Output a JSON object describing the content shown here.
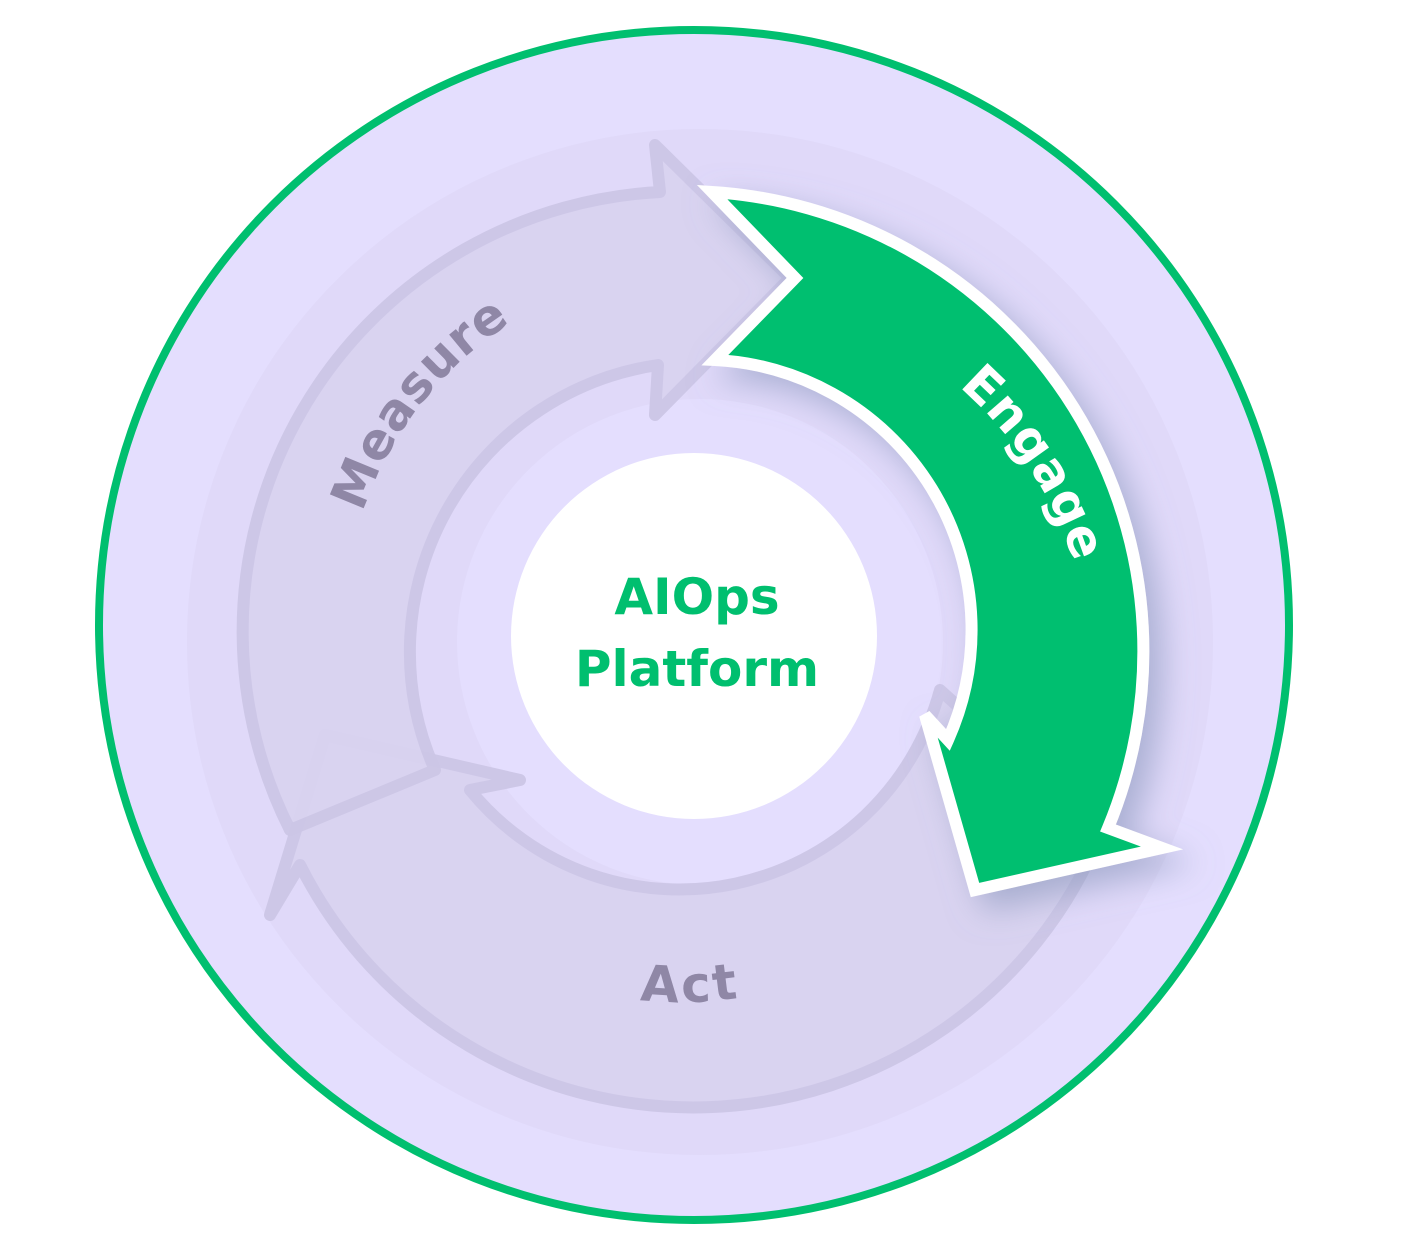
{
  "center": {
    "line1": "AIOps",
    "line2": "Platform"
  },
  "segments": [
    {
      "label": "Engage",
      "state": "active"
    },
    {
      "label": "Act",
      "state": "inactive"
    },
    {
      "label": "Measure",
      "state": "inactive"
    }
  ],
  "colors": {
    "outer_ring": "#00bf6f",
    "disc_fill": "#e4defe",
    "inactive_arrow_fill": "#d9d3f0",
    "inactive_arrow_stroke": "#ccc6e6",
    "inactive_label": "#8f87a6",
    "active_arrow_fill": "#00bf6f",
    "active_arrow_stroke": "#ffffff",
    "active_label": "#ffffff",
    "center_fill": "#ffffff",
    "center_text": "#00bf6f"
  }
}
